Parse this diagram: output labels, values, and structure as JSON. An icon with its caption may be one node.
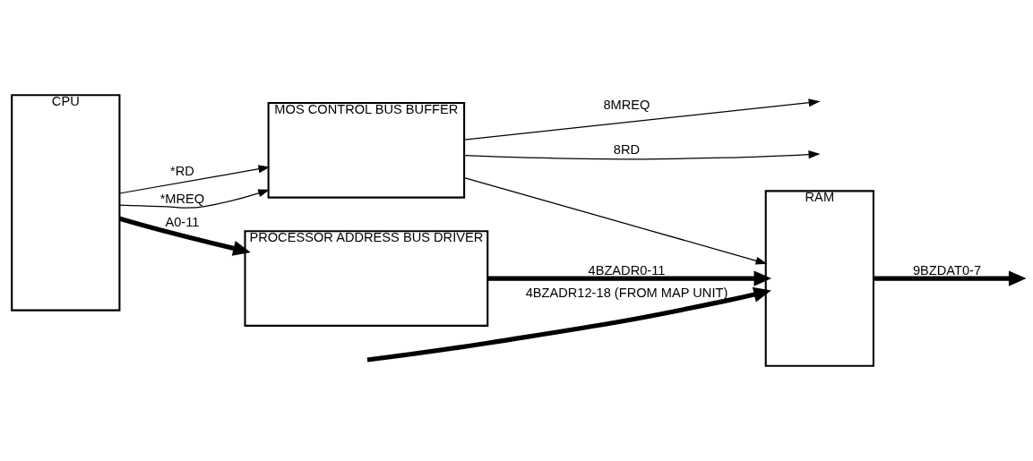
{
  "diagram": {
    "nodes": [
      {
        "text": [
          "CPU"
        ]
      },
      {
        "text": [
          "PROCESSOR ADDRESS BUS DRIVER"
        ]
      },
      {
        "text": [
          "MOS CONTROL BUS BUFFER"
        ]
      },
      {
        "text": [
          "RAM"
        ]
      }
    ],
    "edges": [
      {
        "from": null,
        "to": 3,
        "arrow": "to",
        "label": "4BZADR12-18 (FROM MAP UNIT)",
        "style": "thick"
      },
      {
        "from": 0,
        "to": 1,
        "arrow": "to",
        "label": "A0-11",
        "style": "thick"
      },
      {
        "from": 1,
        "to": 3,
        "arrow": "to",
        "label": "4BZADR0-11",
        "style": "thick"
      },
      {
        "from": 3,
        "to": null,
        "arrow": "to",
        "label": "9BZDAT0-7",
        "style": "thick"
      },
      {
        "from": 0,
        "to": 2,
        "arrow": "to",
        "label": "*MREQ"
      },
      {
        "from": 0,
        "to": 2,
        "arrow": "to",
        "label": "*RD"
      },
      {
        "from": 2,
        "to": null,
        "arrow": "to",
        "label": "8MREQ"
      },
      {
        "from": 2,
        "to": 3,
        "arrow": "to"
      },
      {
        "from": 2,
        "to": null,
        "arrow": "to",
        "label": "8RD"
      }
    ]
  }
}
